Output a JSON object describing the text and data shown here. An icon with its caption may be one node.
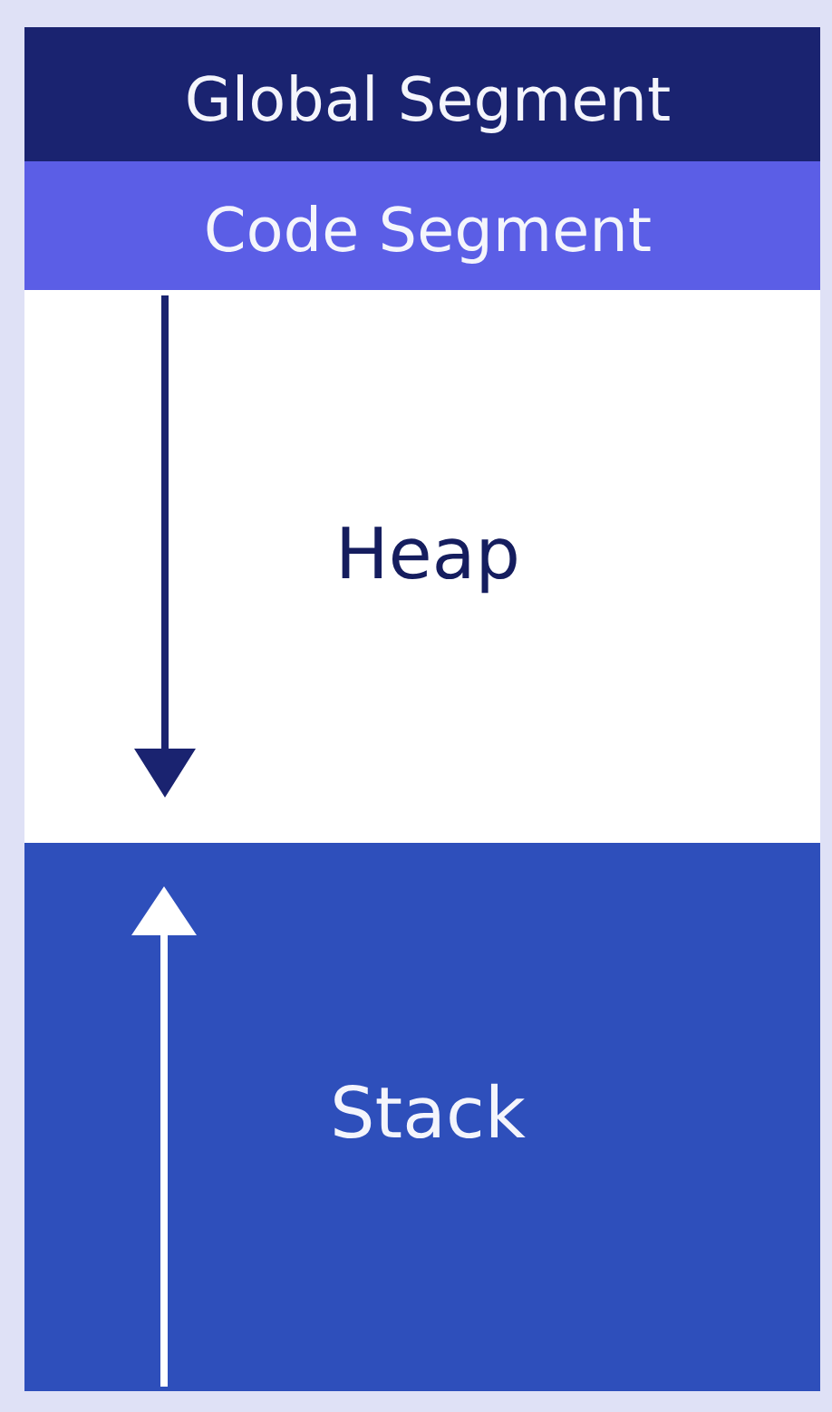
{
  "diagram": {
    "nodes": [
      {
        "text": [
          "Global Segment"
        ]
      },
      {
        "text": [
          "Code Segment"
        ]
      },
      {
        "text": [
          "Heap"
        ]
      },
      {
        "text": [
          "Stack"
        ]
      }
    ]
  }
}
